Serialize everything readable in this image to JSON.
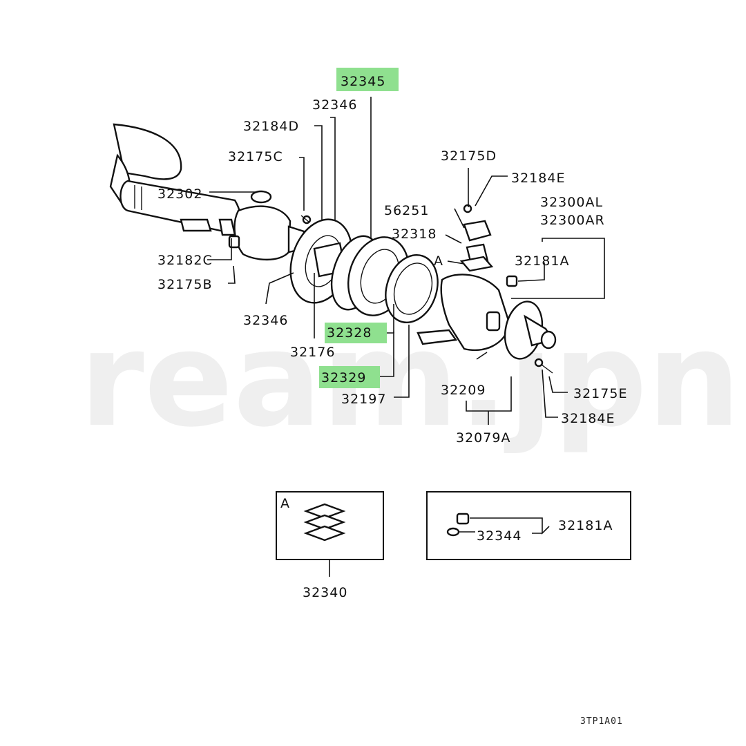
{
  "watermark": "ream.jpn",
  "diagram_code": "3TP1A01",
  "callouts": {
    "p32345": "32345",
    "p32346_top": "32346",
    "p32184D": "32184D",
    "p32175C": "32175C",
    "p32302": "32302",
    "p32182C": "32182C",
    "p32175B": "32175B",
    "p32346_bottom": "32346",
    "p32176": "32176",
    "p32328": "32328",
    "p32329": "32329",
    "p32197": "32197",
    "p32175D": "32175D",
    "p32184E_top": "32184E",
    "p56251": "56251",
    "p32318": "32318",
    "pA": "A",
    "p32300AL": "32300AL",
    "p32300AR": "32300AR",
    "p32181A": "32181A",
    "p32209": "32209",
    "p32175E": "32175E",
    "p32184E_bottom": "32184E",
    "p32079A": "32079A"
  },
  "inset_a": {
    "tag": "A",
    "part": "32340"
  },
  "inset_b": {
    "part1": "32344",
    "part2": "32181A"
  },
  "highlight_color": "#8fe08f"
}
